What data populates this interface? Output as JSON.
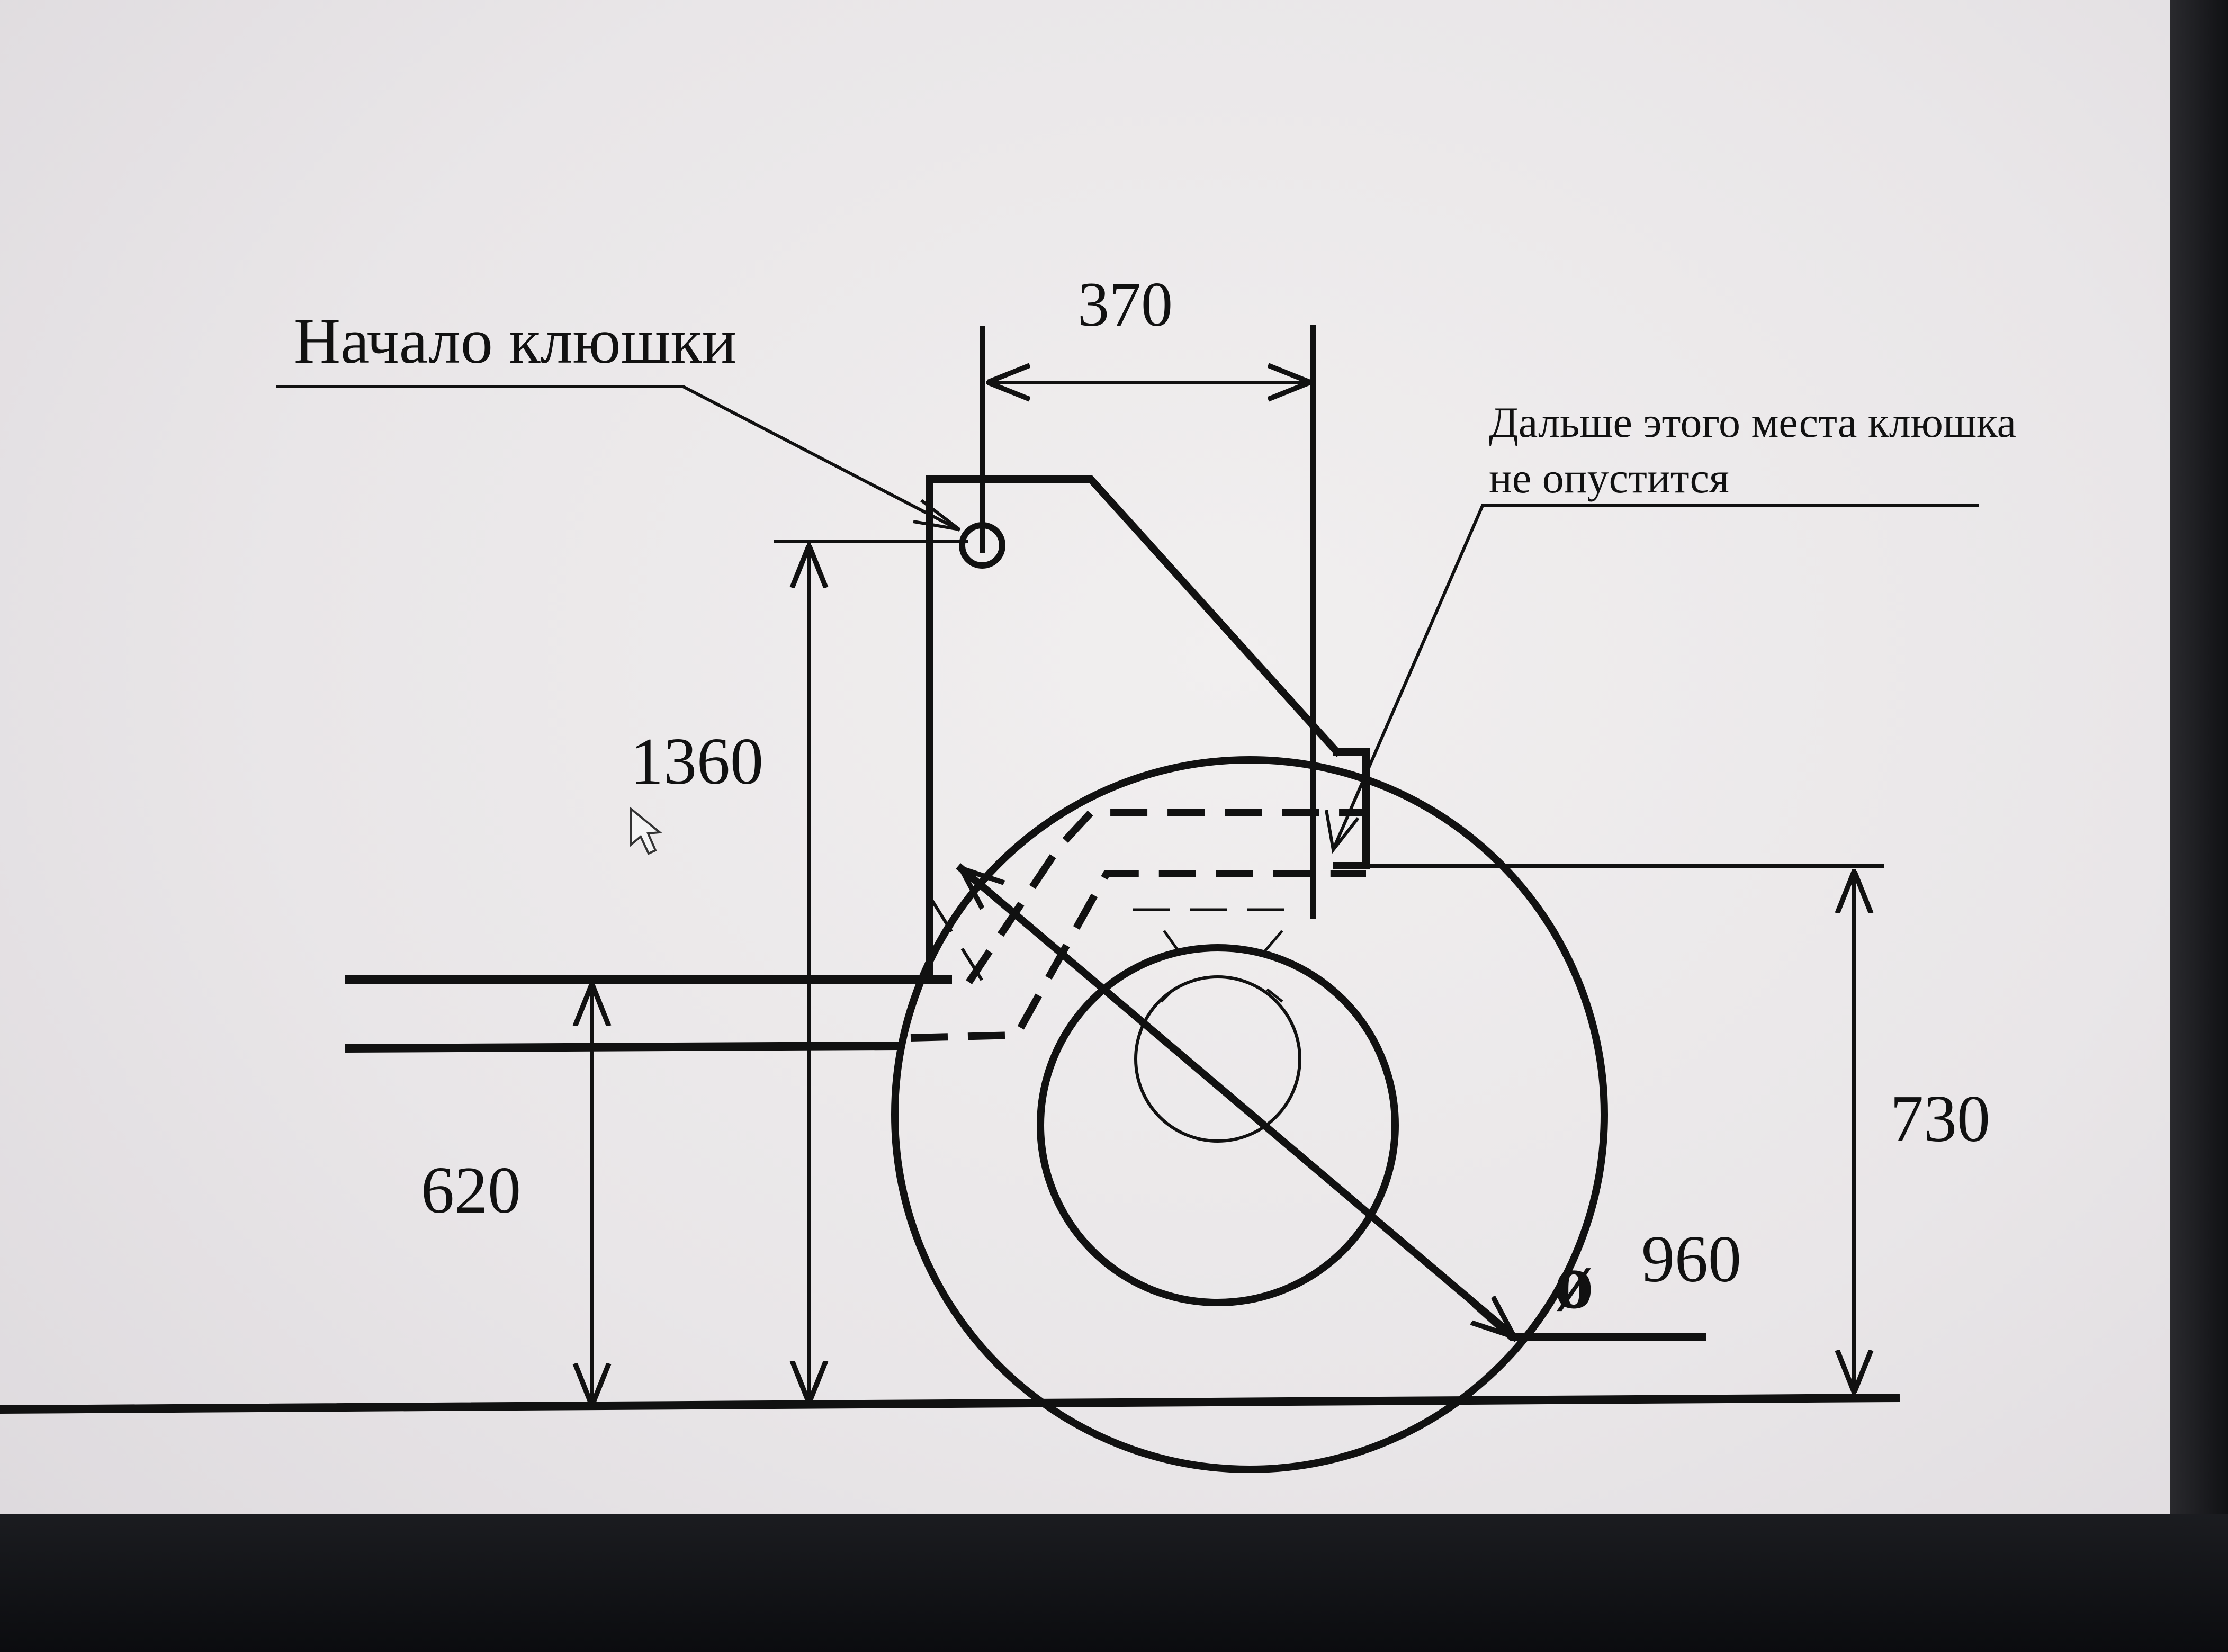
{
  "labels": {
    "stick_start": "Начало клюшки",
    "stop_note_line1": "Дальше этого места клюшка",
    "stop_note_line2": "не опустится",
    "diameter_symbol": "ø",
    "diameter_value": "960"
  },
  "dimensions": {
    "width_top": "370",
    "height_left_tall": "1360",
    "height_left_low": "620",
    "height_right": "730"
  },
  "colors": {
    "ink": "#111111",
    "paper": "#eceaec",
    "bezel": "#101114"
  }
}
